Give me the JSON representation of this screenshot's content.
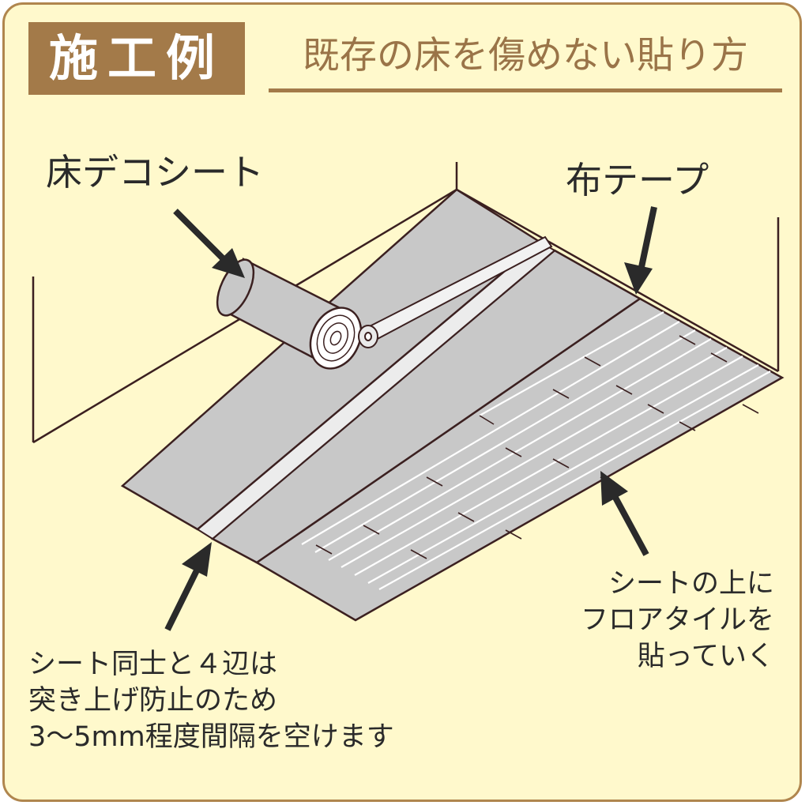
{
  "header": {
    "badge": "施工例",
    "subtitle": "既存の床を傷めない貼り方"
  },
  "labels": {
    "sheet": "床デコシート",
    "tape": "布テープ"
  },
  "notes": {
    "gap": [
      "シート同士と４辺は",
      "突き上げ防止のため",
      "3〜5mm程度間隔を空けます"
    ],
    "tile": [
      "シートの上に",
      "フロアタイルを",
      "貼っていく"
    ]
  },
  "colors": {
    "background": "#fff9cc",
    "accent": "#a37a49",
    "sheet": "#c8c8c8",
    "line": "#3b2020"
  }
}
